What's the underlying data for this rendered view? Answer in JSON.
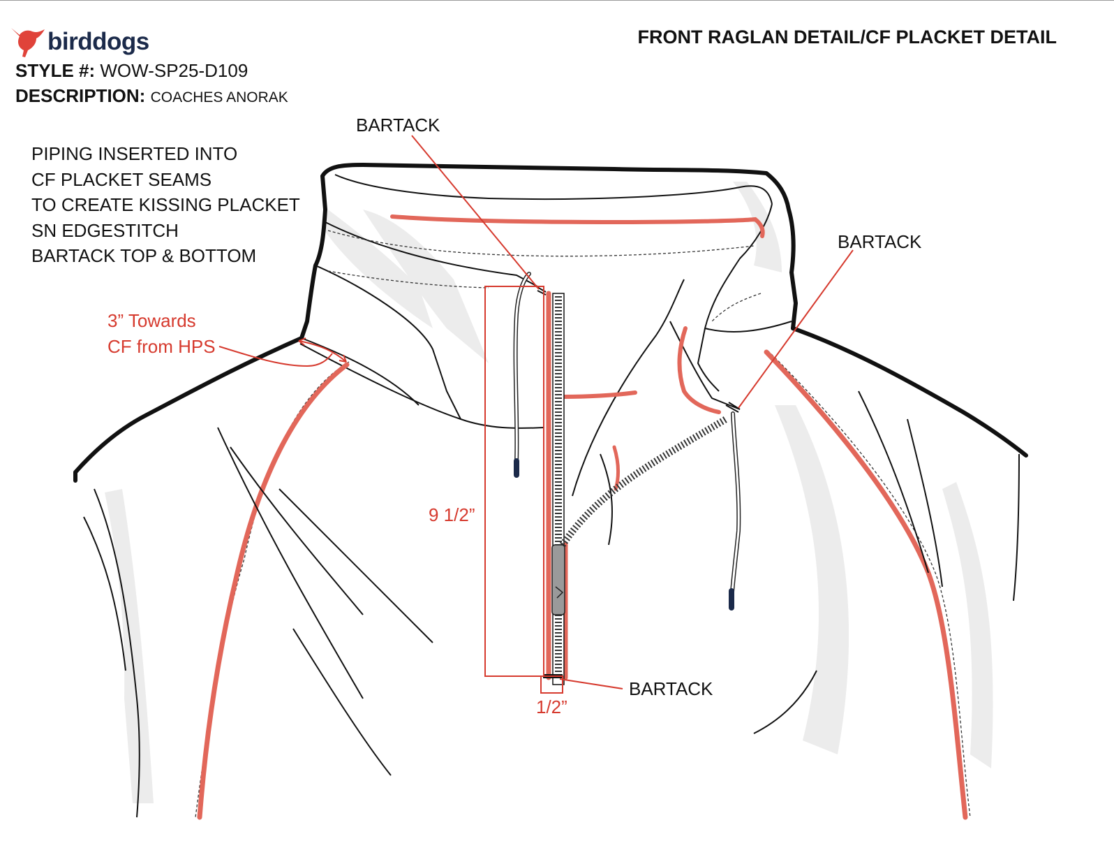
{
  "brand": {
    "name": "birddogs",
    "logo_icon": "bird-logo-icon",
    "logo_color": "#e0433a"
  },
  "style": {
    "label": "STYLE #:",
    "value": "WOW-SP25-D109"
  },
  "description": {
    "label": "DESCRIPTION:",
    "value": "COACHES ANORAK"
  },
  "sheet_title": "FRONT RAGLAN DETAIL/CF PLACKET DETAIL",
  "notes": [
    "PIPING INSERTED INTO",
    "CF PLACKET SEAMS",
    "TO CREATE KISSING PLACKET",
    "SN EDGESTITCH",
    "BARTACK TOP & BOTTOM"
  ],
  "callouts": {
    "bartack_top": "BARTACK",
    "bartack_right": "BARTACK",
    "bartack_bottom": "BARTACK",
    "hps_line1": "3” Towards",
    "hps_line2": "CF from HPS",
    "placket_length": "9 1/2”",
    "placket_width": "1/2”"
  },
  "colors": {
    "piping": "#e2675a",
    "dimension": "#d63a2e",
    "outline": "#111111",
    "shade": "#ececec"
  }
}
